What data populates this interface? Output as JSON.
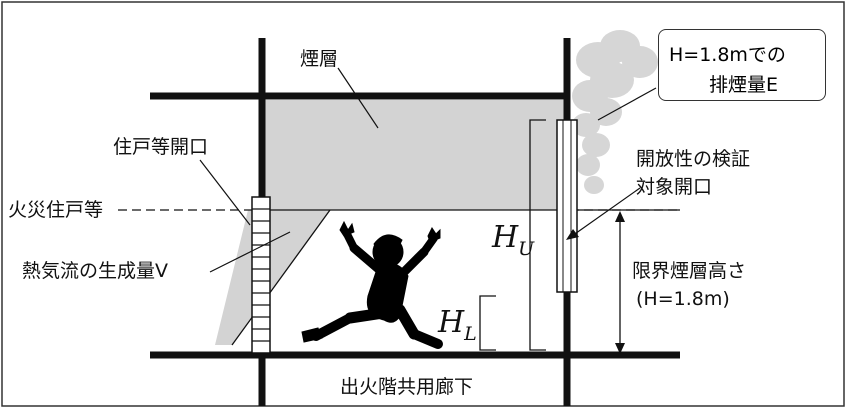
{
  "diagram": {
    "smoke_layer_label": "煙層",
    "callout": {
      "line1": "H=1.8mでの",
      "line2": "排煙量E"
    },
    "unit_opening_label": "住戸等開口",
    "verification_opening_label": {
      "line1": "開放性の検証",
      "line2": "対象開口"
    },
    "fire_unit_label": "火災住戸等",
    "heat_flow_label": "熱気流の生成量V",
    "critical_height_label": {
      "line1": "限界煙層高さ",
      "line2": "(H=1.8m)"
    },
    "upper_height": {
      "symbol": "H",
      "sub": "U"
    },
    "lower_height": {
      "symbol": "H",
      "sub": "L"
    },
    "corridor_label": "出火階共用廊下"
  },
  "colors": {
    "smoke": "#d3d3d3",
    "line": "#111111",
    "figure": "#000000"
  },
  "icons": [
    "running-person-icon",
    "smoke-cloud-icon"
  ]
}
